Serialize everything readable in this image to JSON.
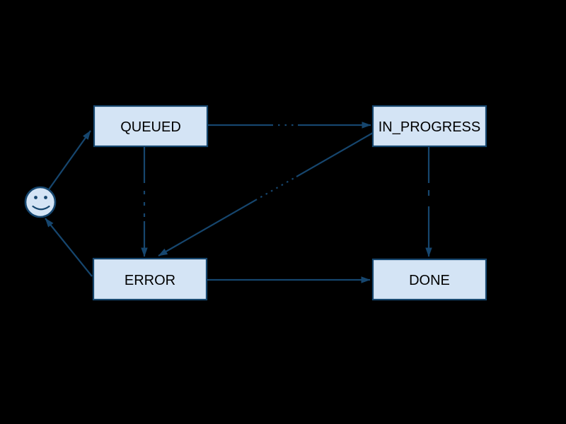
{
  "diagram": {
    "type": "state-machine",
    "colors": {
      "background": "#000000",
      "node_fill": "#d4e4f5",
      "line": "#16466e",
      "label_text": "#000000"
    },
    "start_node": {
      "icon": "smiley-face-icon"
    },
    "states": [
      {
        "id": "queued",
        "label": "QUEUED"
      },
      {
        "id": "in_progress",
        "label": "IN_PROGRESS"
      },
      {
        "id": "error",
        "label": "ERROR"
      },
      {
        "id": "done",
        "label": "DONE"
      }
    ],
    "transitions": [
      {
        "from": "start",
        "to": "queued"
      },
      {
        "from": "queued",
        "to": "in_progress"
      },
      {
        "from": "queued",
        "to": "error"
      },
      {
        "from": "in_progress",
        "to": "error"
      },
      {
        "from": "in_progress",
        "to": "done"
      },
      {
        "from": "error",
        "to": "done"
      },
      {
        "from": "error",
        "to": "start"
      }
    ]
  }
}
